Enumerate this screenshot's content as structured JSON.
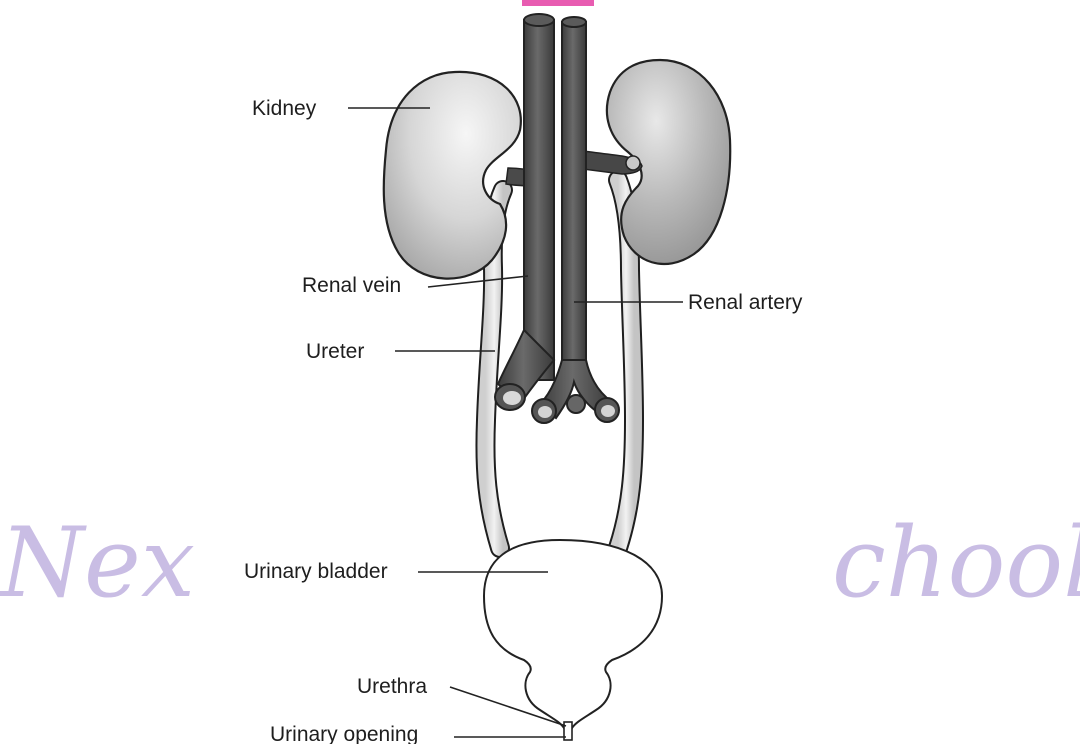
{
  "diagram": {
    "labels": {
      "kidney": "Kidney",
      "renal_vein": "Renal vein",
      "renal_artery": "Renal artery",
      "ureter": "Ureter",
      "urinary_bladder": "Urinary bladder",
      "urethra": "Urethra",
      "urinary_opening": "Urinary opening"
    }
  },
  "watermark": {
    "left_fragment": "Nex",
    "right_fragment": "chool",
    "color": "#c9bde4"
  },
  "colors": {
    "vessel": "#4f4f4f",
    "kidney_fill": "#d2d2d2",
    "outline": "#222222",
    "highlight": "#e64aa8"
  }
}
